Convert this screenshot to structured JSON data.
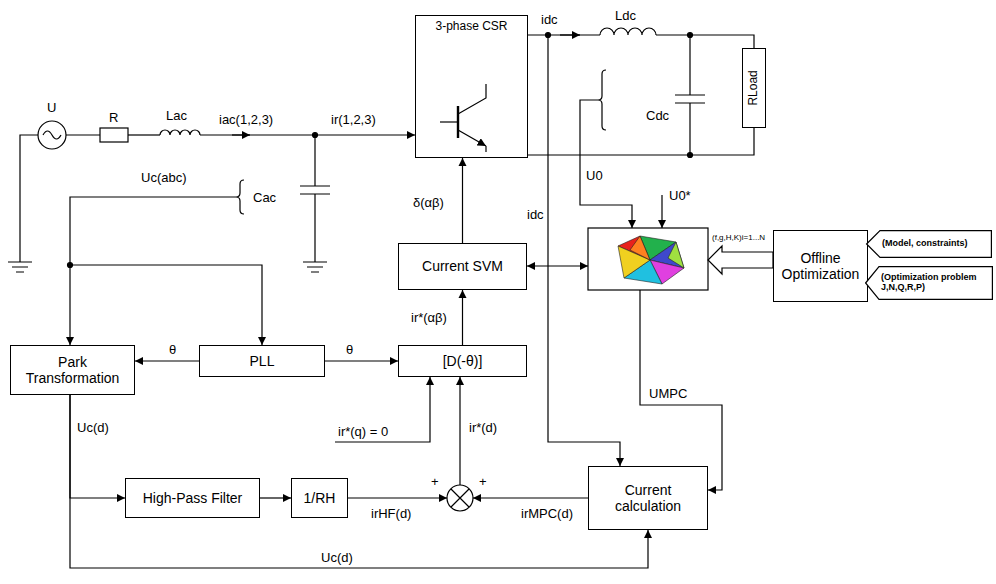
{
  "diagram": {
    "nodes": [
      {
        "text": [
          "3-phase CSR"
        ]
      },
      {
        "text": [
          "RLoad"
        ]
      },
      {
        "text": [
          "Current SVM"
        ]
      },
      {
        "text": [
          "Offline Optimization"
        ]
      },
      {
        "text": [
          "(Model, constraints)"
        ]
      },
      {
        "text": [
          "(Optimization problem J,N,Q,R,P)"
        ]
      },
      {
        "text": [
          "Park Transformation"
        ]
      },
      {
        "text": [
          "PLL"
        ]
      },
      {
        "text": [
          "[D(-θ)]"
        ]
      },
      {
        "text": [
          "High-Pass Filter"
        ]
      },
      {
        "text": [
          "1/RH"
        ]
      },
      {
        "text": [
          "Current calculation"
        ]
      }
    ],
    "edges": [
      {
        "from": 2,
        "to": 0,
        "label": "δ(αβ)",
        "arrow": "to"
      },
      {
        "from": 8,
        "to": 2,
        "label": "ir*(αβ)",
        "arrow": "to"
      },
      {
        "from": 7,
        "to": 6,
        "label": "θ",
        "arrow": "to"
      },
      {
        "from": 7,
        "to": 8,
        "label": "θ",
        "arrow": "to"
      },
      {
        "from": 6,
        "to": 9,
        "label": "Uc(d)",
        "arrow": "to"
      },
      {
        "from": 6,
        "to": 11,
        "label": "Uc(d)",
        "arrow": "to"
      },
      {
        "from": 9,
        "to": 10,
        "arrow": "to"
      }
    ],
    "labels": [
      "U",
      "R",
      "Lac",
      "iac(1,2,3)",
      "ir(1,2,3)",
      "Cac",
      "Uc(abc)",
      "idc",
      "Ldc",
      "Cdc",
      "idc",
      "U0",
      "U0*",
      "(f,g,H,K)i=1...N",
      "UMPC",
      "ir*(q) = 0",
      "ir*(d)",
      "irHF(d)",
      "irMPC(d)",
      "+",
      "+"
    ]
  }
}
